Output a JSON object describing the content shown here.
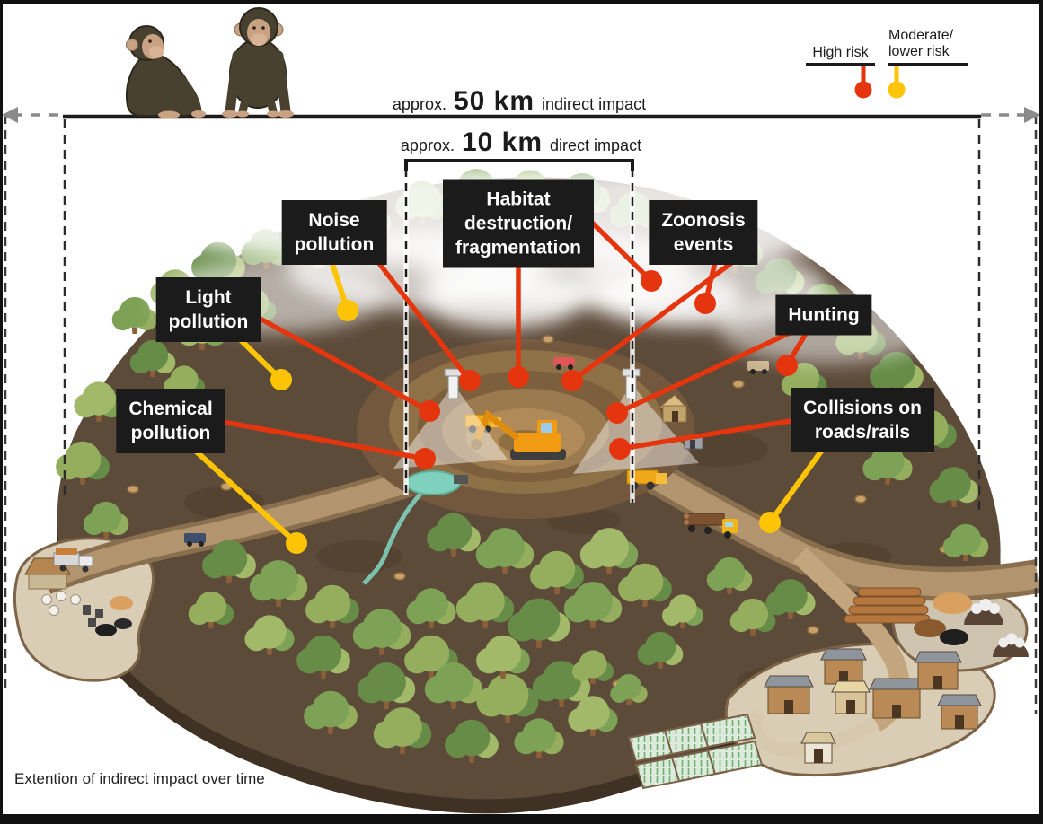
{
  "colors": {
    "high_risk": "#e5350e",
    "moderate_risk": "#fcc405",
    "label_bg": "#1b1b1b",
    "label_text": "#ffffff"
  },
  "legend": {
    "high": {
      "label": "High risk",
      "risk": "high"
    },
    "moderate": {
      "lines": [
        "Moderate/",
        "lower risk"
      ],
      "risk": "moderate"
    }
  },
  "scales": {
    "indirect": {
      "prefix": "approx.",
      "value": "50 km",
      "suffix": "indirect impact"
    },
    "direct": {
      "prefix": "approx.",
      "value": "10 km",
      "suffix": "direct impact"
    }
  },
  "threats": [
    {
      "id": "light-pollution",
      "lines": [
        "Light",
        "pollution"
      ],
      "risks": [
        "high",
        "moderate"
      ]
    },
    {
      "id": "noise-pollution",
      "lines": [
        "Noise",
        "pollution"
      ],
      "risks": [
        "high",
        "moderate"
      ]
    },
    {
      "id": "chemical-pollution",
      "lines": [
        "Chemical",
        "pollution"
      ],
      "risks": [
        "high",
        "moderate"
      ]
    },
    {
      "id": "habitat-destruction",
      "lines": [
        "Habitat",
        "destruction/",
        "fragmentation"
      ],
      "risks": [
        "high",
        "high"
      ]
    },
    {
      "id": "zoonosis-events",
      "lines": [
        "Zoonosis",
        "events"
      ],
      "risks": [
        "high",
        "high"
      ]
    },
    {
      "id": "hunting",
      "lines": [
        "Hunting"
      ],
      "risks": [
        "high",
        "high"
      ]
    },
    {
      "id": "collisions",
      "lines": [
        "Collisions on",
        "roads/rails"
      ],
      "risks": [
        "high",
        "moderate"
      ]
    }
  ],
  "footer_note": "Extention of indirect impact over time",
  "scene_icons": [
    "chimpanzees",
    "mine-pit",
    "excavator",
    "dump-trucks",
    "floodlights",
    "dust-haze",
    "forest-trees",
    "pond",
    "roads",
    "logging-truck",
    "jeep",
    "car",
    "logging-camp",
    "log-piles",
    "charcoal-kilns",
    "village-houses",
    "crop-fields"
  ]
}
